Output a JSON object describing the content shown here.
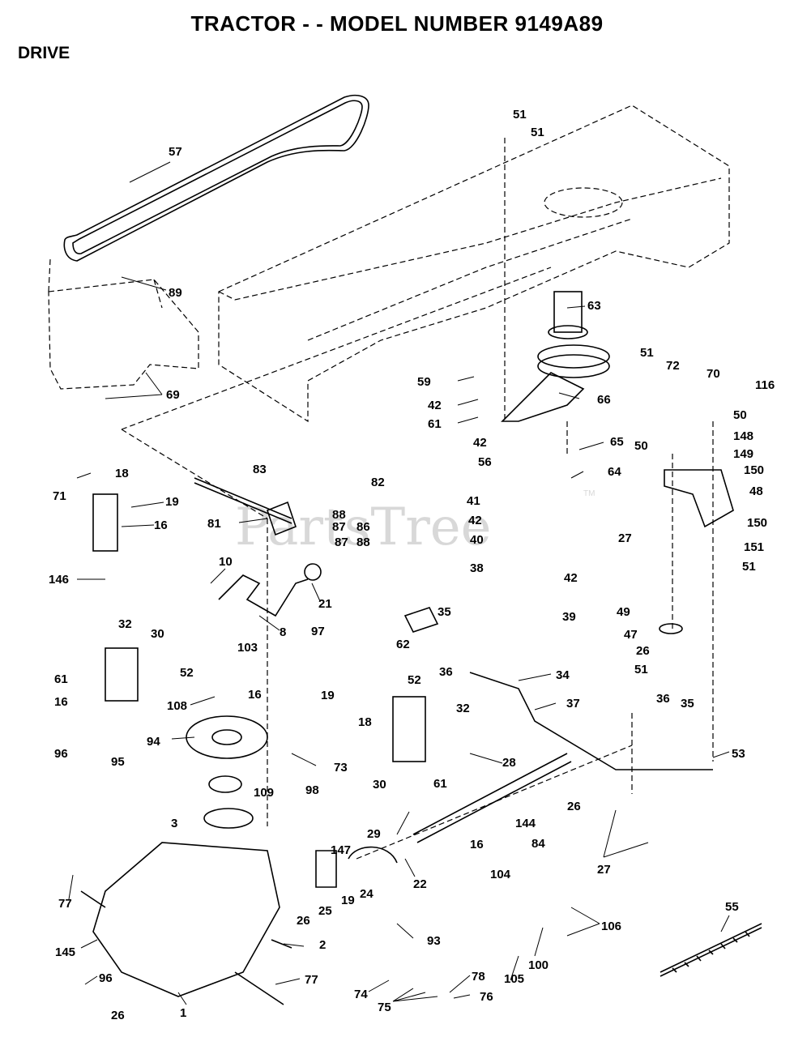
{
  "header": {
    "title": "TRACTOR - - MODEL NUMBER 9149A89",
    "section": "DRIVE"
  },
  "watermark": {
    "text": "PartsTree",
    "trademark": "TM"
  },
  "callouts": [
    "57",
    "89",
    "69",
    "51",
    "51",
    "63",
    "51",
    "72",
    "70",
    "116",
    "59",
    "42",
    "61",
    "66",
    "42",
    "56",
    "65",
    "64",
    "50",
    "50",
    "148",
    "149",
    "150",
    "83",
    "82",
    "18",
    "19",
    "71",
    "16",
    "81",
    "88",
    "87",
    "86",
    "87",
    "88",
    "41",
    "42",
    "40",
    "38",
    "42",
    "39",
    "48",
    "27",
    "150",
    "151",
    "51",
    "10",
    "21",
    "8",
    "146",
    "32",
    "30",
    "61",
    "52",
    "16",
    "103",
    "108",
    "97",
    "16",
    "19",
    "18",
    "94",
    "73",
    "98",
    "109",
    "62",
    "35",
    "36",
    "34",
    "37",
    "52",
    "32",
    "30",
    "61",
    "49",
    "47",
    "26",
    "51",
    "36",
    "35",
    "53",
    "96",
    "95",
    "3",
    "28",
    "26",
    "29",
    "22",
    "27",
    "144",
    "84",
    "16",
    "104",
    "106",
    "100",
    "105",
    "147",
    "24",
    "19",
    "25",
    "26",
    "2",
    "93",
    "77",
    "145",
    "96",
    "26",
    "1",
    "77",
    "74",
    "75",
    "78",
    "76",
    "55"
  ]
}
